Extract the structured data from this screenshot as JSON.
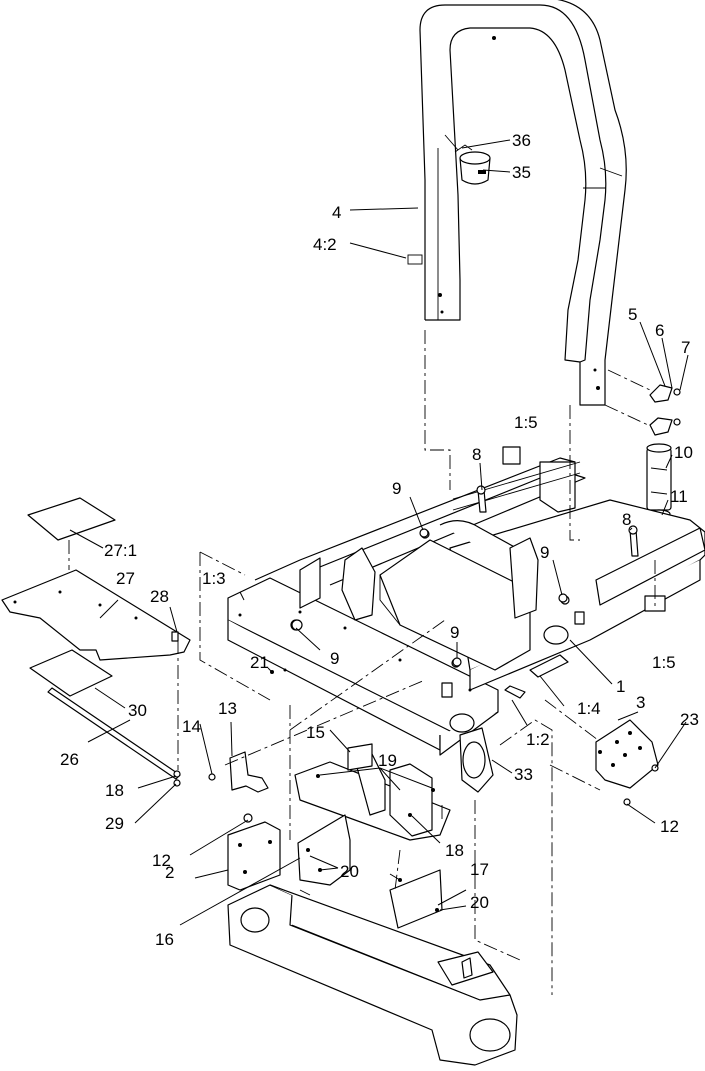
{
  "callouts": {
    "c36": "36",
    "c35": "35",
    "c4": "4",
    "c4_2": "4:2",
    "c5": "5",
    "c6": "6",
    "c7": "7",
    "c10": "10",
    "c11": "11",
    "c8a": "8",
    "c8b": "8",
    "c1_5a": "1:5",
    "c1_5b": "1:5",
    "c9a": "9",
    "c9b": "9",
    "c9c": "9",
    "c9d": "9",
    "c27_1": "27:1",
    "c27": "27",
    "c28": "28",
    "c1_3": "1:3",
    "c21": "21",
    "c1": "1",
    "c1_4": "1:4",
    "c1_2": "1:2",
    "c30": "30",
    "c26": "26",
    "c14": "14",
    "c13": "13",
    "c15": "15",
    "c19": "19",
    "c33": "33",
    "c3": "3",
    "c23": "23",
    "c18a": "18",
    "c18b": "18",
    "c29": "29",
    "c12a": "12",
    "c12b": "12",
    "c20a": "20",
    "c20b": "20",
    "c17": "17",
    "c2": "2",
    "c16": "16"
  }
}
